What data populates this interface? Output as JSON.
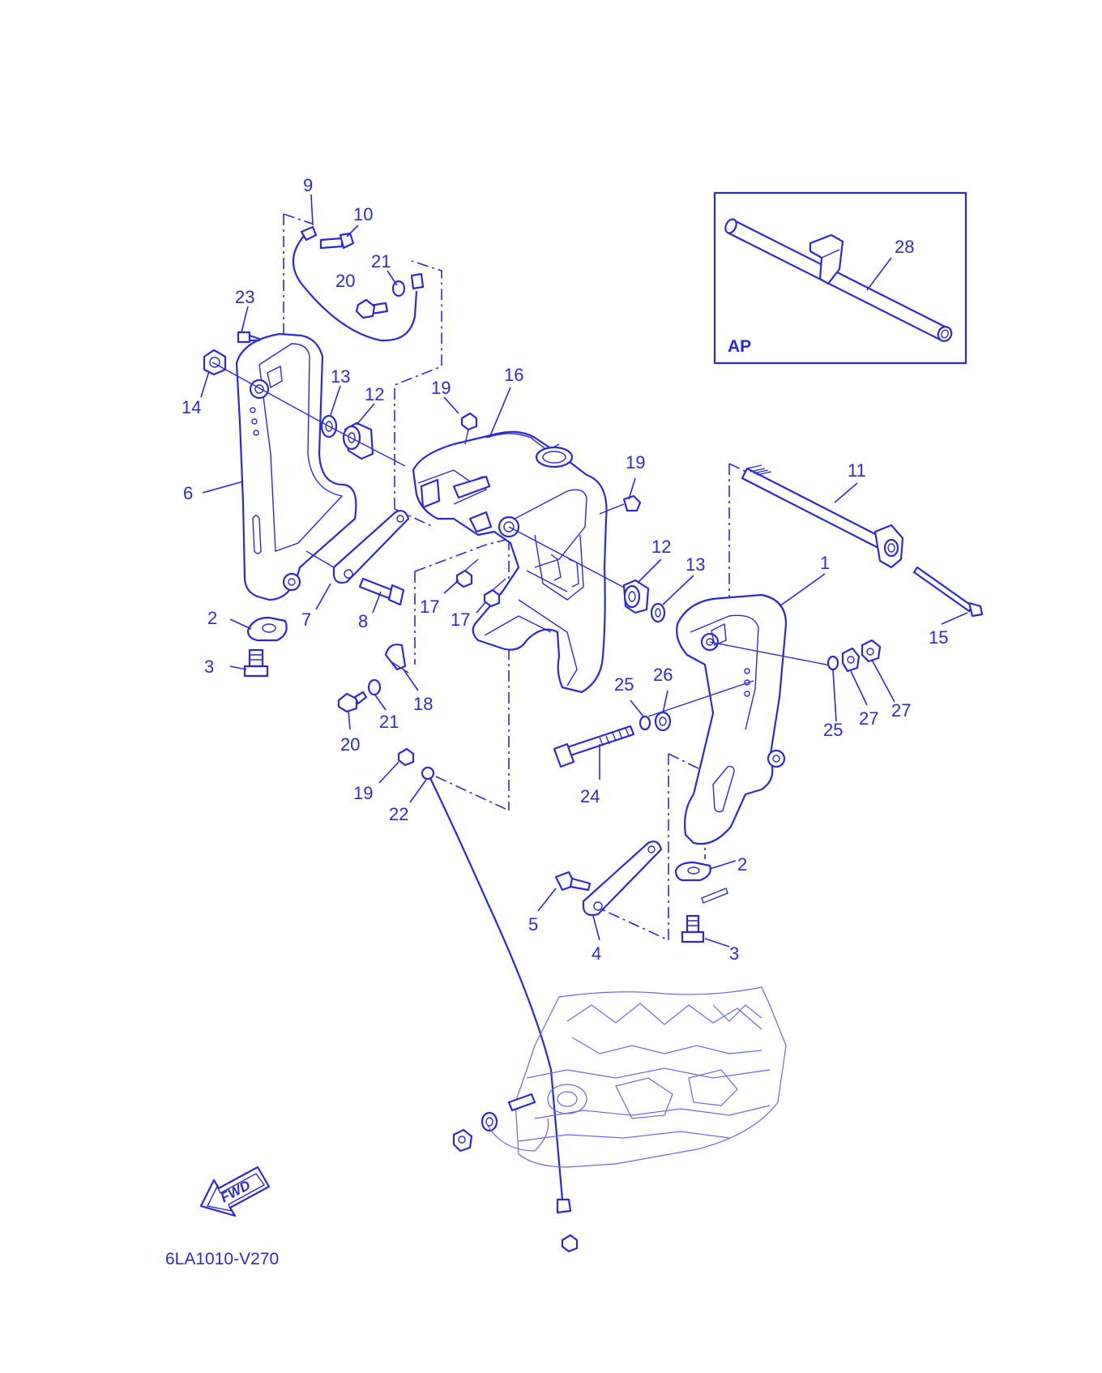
{
  "diagram": {
    "ink_color": "#2a2ad8",
    "background": "#ffffff",
    "drawing_code": "6LA1010-V270",
    "inset_label": "AP",
    "direction_badge": "FWD",
    "callouts": [
      "9",
      "10",
      "21",
      "20",
      "23",
      "14",
      "13",
      "12",
      "19",
      "16",
      "6",
      "19",
      "11",
      "12",
      "13",
      "1",
      "2",
      "7",
      "8",
      "17",
      "17",
      "15",
      "3",
      "18",
      "21",
      "20",
      "25",
      "26",
      "25",
      "27",
      "27",
      "19",
      "22",
      "24",
      "2",
      "5",
      "4",
      "3",
      "28"
    ]
  }
}
